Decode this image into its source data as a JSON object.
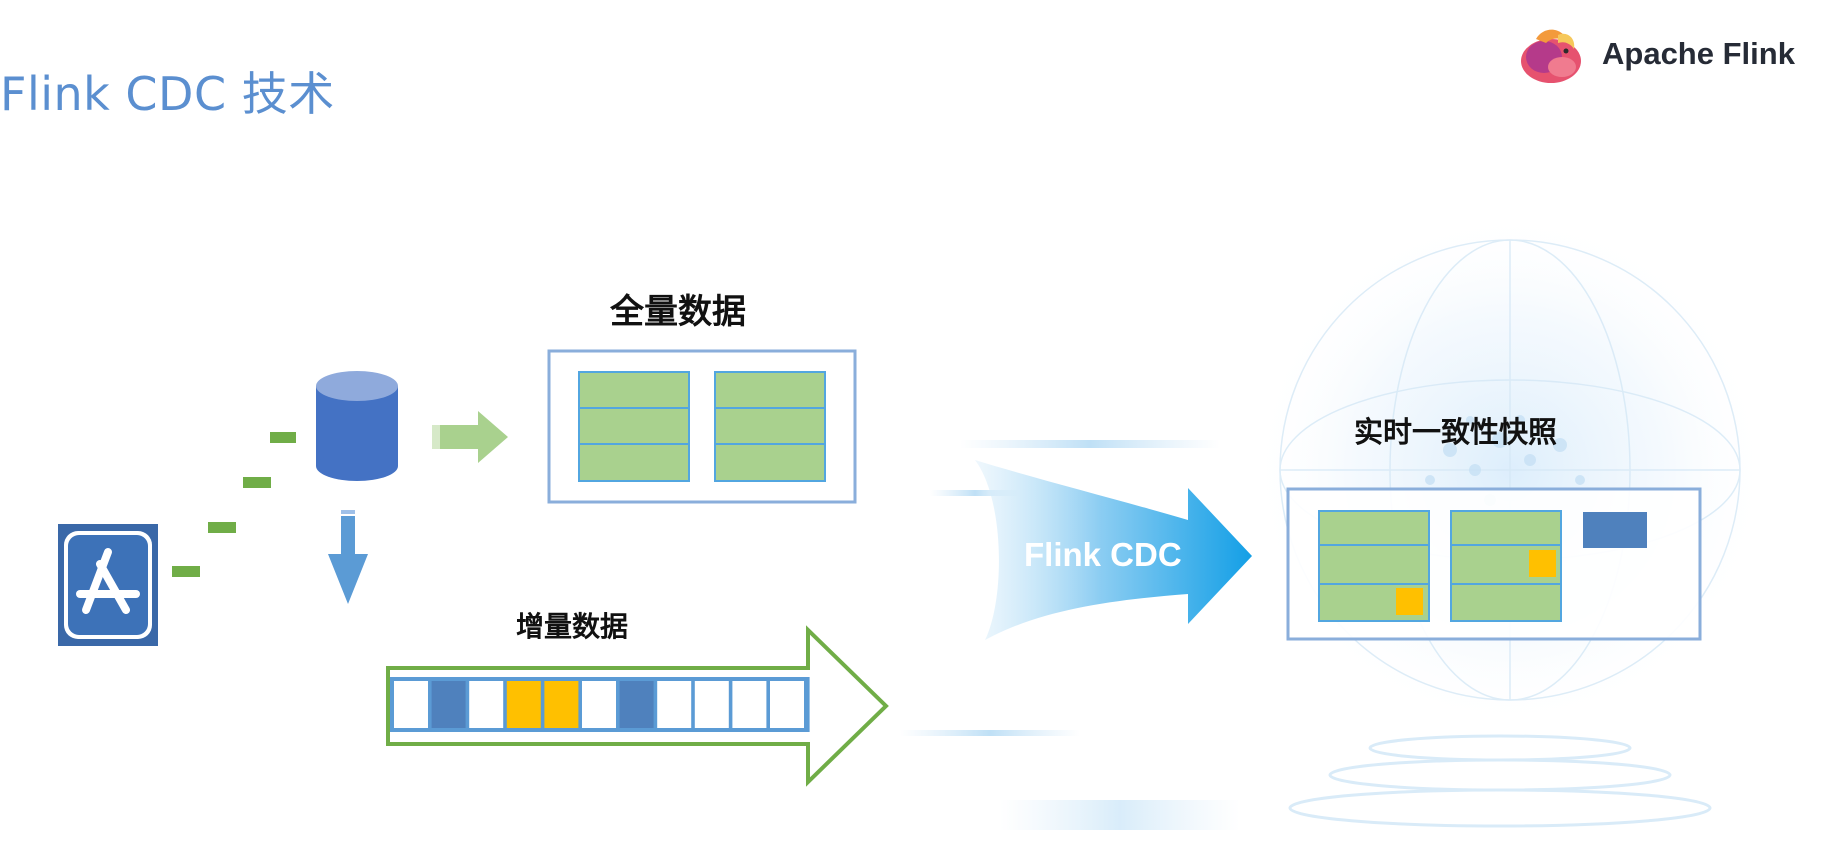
{
  "slide": {
    "title": "Flink CDC 技术"
  },
  "brand": {
    "logo_icon": "squirrel-icon",
    "name": "Apache Flink"
  },
  "diagram": {
    "full_data_label": "全量数据",
    "incremental_data_label": "增量数据",
    "pipeline_label": "Flink CDC",
    "snapshot_label": "实时一致性快照",
    "source_icon": "app-store-icon",
    "database_icon": "database-cylinder-icon",
    "incremental_cells": [
      "empty",
      "blue",
      "empty",
      "yellow",
      "yellow",
      "empty",
      "blue",
      "empty",
      "empty",
      "empty",
      "empty"
    ],
    "colors": {
      "title_blue": "#5b8fd0",
      "green_block": "#a9d18e",
      "box_border": "#5b8fd0",
      "cell_blue": "#4f81bd",
      "cell_yellow": "#ffc000",
      "db_blue": "#4472c4",
      "arrow_green": "#70ad47",
      "cdc_arrow": "#1aa3e8"
    }
  }
}
